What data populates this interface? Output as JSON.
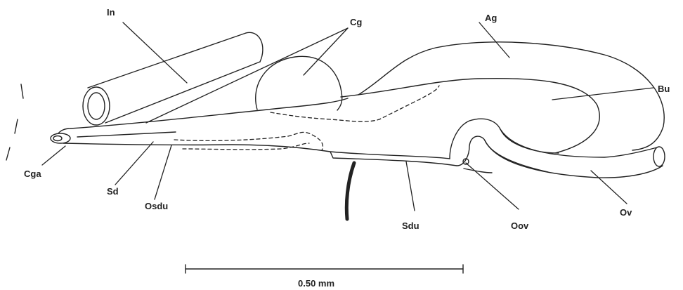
{
  "labels": {
    "in": "In",
    "cg": "Cg",
    "ag": "Ag",
    "bu": "Bu",
    "cga": "Cga",
    "sd": "Sd",
    "osdu": "Osdu",
    "sdu": "Sdu",
    "oov": "Oov",
    "ov": "Ov"
  },
  "scale_bar": {
    "label": "0.50 mm"
  }
}
